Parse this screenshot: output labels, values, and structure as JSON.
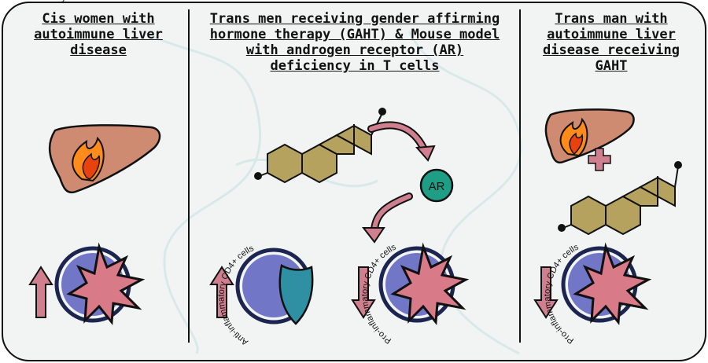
{
  "panels": {
    "left": {
      "title_lines": [
        "Cis women with",
        "autoimmune liver",
        "disease"
      ]
    },
    "middle": {
      "title_lines": [
        "Trans men receiving gender affirming",
        "hormone therapy (GAHT) & Mouse model",
        "with androgen receptor (AR)",
        "deficiency in T cells"
      ]
    },
    "right": {
      "title_lines": [
        "Trans man with",
        "autoimmune liver",
        "disease receiving",
        "GAHT"
      ]
    }
  },
  "labels": {
    "ar_node": "AR",
    "pro_inflammatory": "Pro-inflammatory CD4+ cells",
    "anti_inflammatory": "Anti-inflammatory CD4+ cells"
  },
  "colors": {
    "background": "#f2f4f4",
    "liver": "#cf8a72",
    "flame_outer": "#ff8c1a",
    "flame_inner": "#e8420f",
    "steroid_ring": "#b5a25f",
    "ar_node": "#1f9e86",
    "cell_fill": "#7177c6",
    "cell_ring": "#1c2550",
    "burst": "#d87a88",
    "shield": "#2f8fa3",
    "arrow_fill": "#d07f8e"
  },
  "icons": [
    "liver-icon",
    "flame-icon",
    "steroid-molecule-icon",
    "ar-receptor-icon",
    "cd4-cell-icon",
    "burst-icon",
    "shield-icon",
    "up-arrow-icon",
    "down-arrow-icon",
    "plus-icon"
  ]
}
